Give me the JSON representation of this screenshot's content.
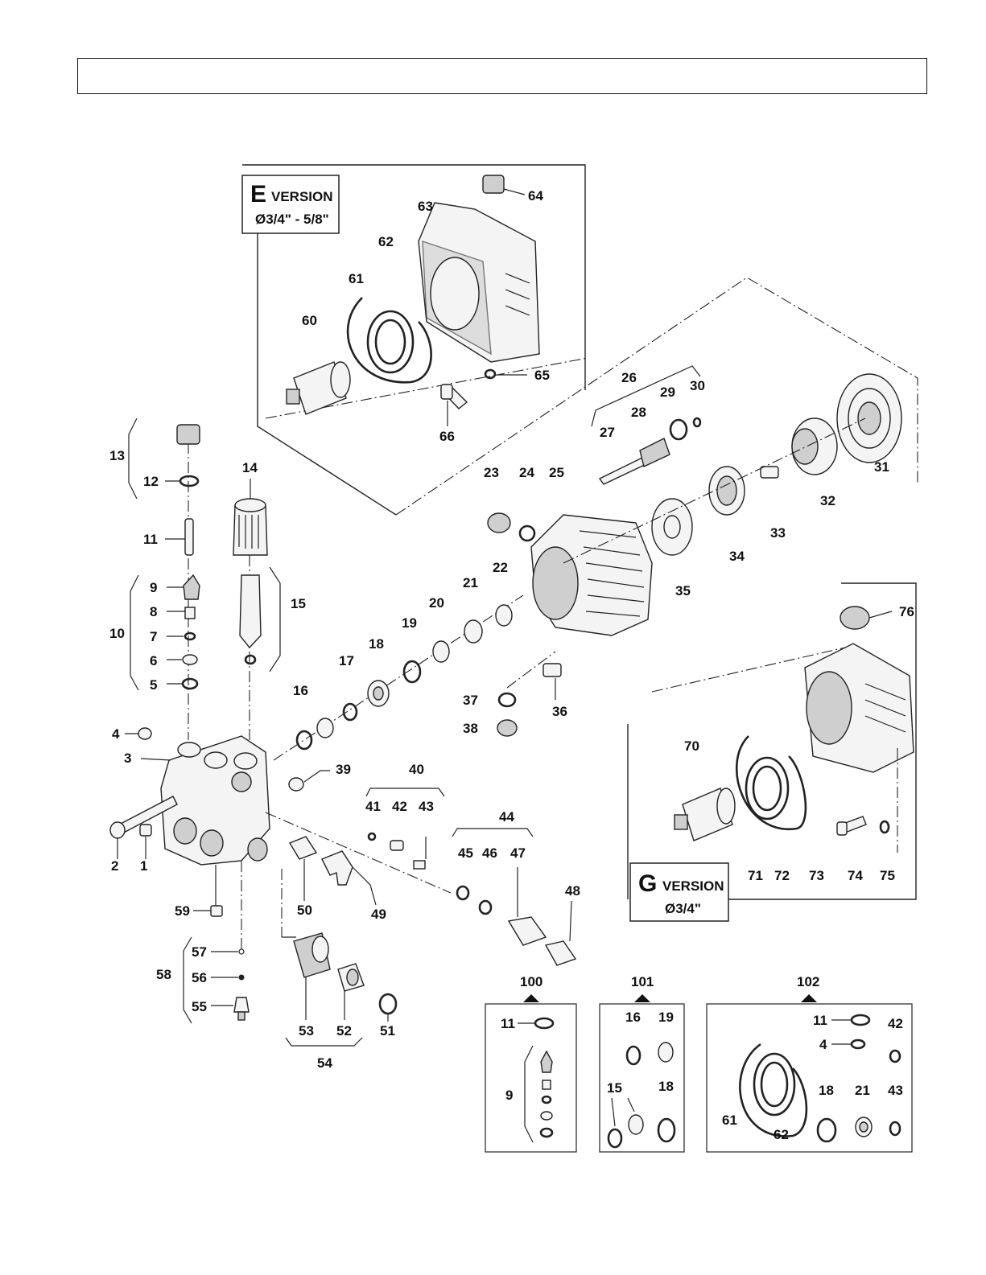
{
  "header": {
    "title": ""
  },
  "versions": {
    "e": {
      "letter": "E",
      "word": "VERSION",
      "size": "Ø3/4\" - 5/8\""
    },
    "g": {
      "letter": "G",
      "word": "VERSION",
      "size": "Ø3/4\""
    }
  },
  "kits": {
    "k100": "100",
    "k101": "101",
    "k102": "102"
  },
  "labels": {
    "p1": "1",
    "p2": "2",
    "p3": "3",
    "p4": "4",
    "p5": "5",
    "p6": "6",
    "p7": "7",
    "p8": "8",
    "p9": "9",
    "p10": "10",
    "p11": "11",
    "p12": "12",
    "p13": "13",
    "p14": "14",
    "p15": "15",
    "p16": "16",
    "p17": "17",
    "p18": "18",
    "p19": "19",
    "p20": "20",
    "p21": "21",
    "p22": "22",
    "p23": "23",
    "p24": "24",
    "p25": "25",
    "p26": "26",
    "p27": "27",
    "p28": "28",
    "p29": "29",
    "p30": "30",
    "p31": "31",
    "p32": "32",
    "p33": "33",
    "p34": "34",
    "p35": "35",
    "p36": "36",
    "p37": "37",
    "p38": "38",
    "p39": "39",
    "p40": "40",
    "p41": "41",
    "p42": "42",
    "p43": "43",
    "p44": "44",
    "p45": "45",
    "p46": "46",
    "p47": "47",
    "p48": "48",
    "p49": "49",
    "p50": "50",
    "p51": "51",
    "p52": "52",
    "p53": "53",
    "p54": "54",
    "p55": "55",
    "p56": "56",
    "p57": "57",
    "p58": "58",
    "p59": "59",
    "p60": "60",
    "p61": "61",
    "p62": "62",
    "p63": "63",
    "p64": "64",
    "p65": "65",
    "p66": "66",
    "p70": "70",
    "p71": "71",
    "p72": "72",
    "p73": "73",
    "p74": "74",
    "p75": "75",
    "p76": "76"
  },
  "kit100": {
    "a": "11",
    "b": "9"
  },
  "kit101": {
    "a": "16",
    "b": "19",
    "c": "15",
    "d": "18"
  },
  "kit102": {
    "a": "11",
    "b": "4",
    "c": "42",
    "d": "61",
    "e": "62",
    "f": "18",
    "g": "21",
    "h": "43"
  }
}
